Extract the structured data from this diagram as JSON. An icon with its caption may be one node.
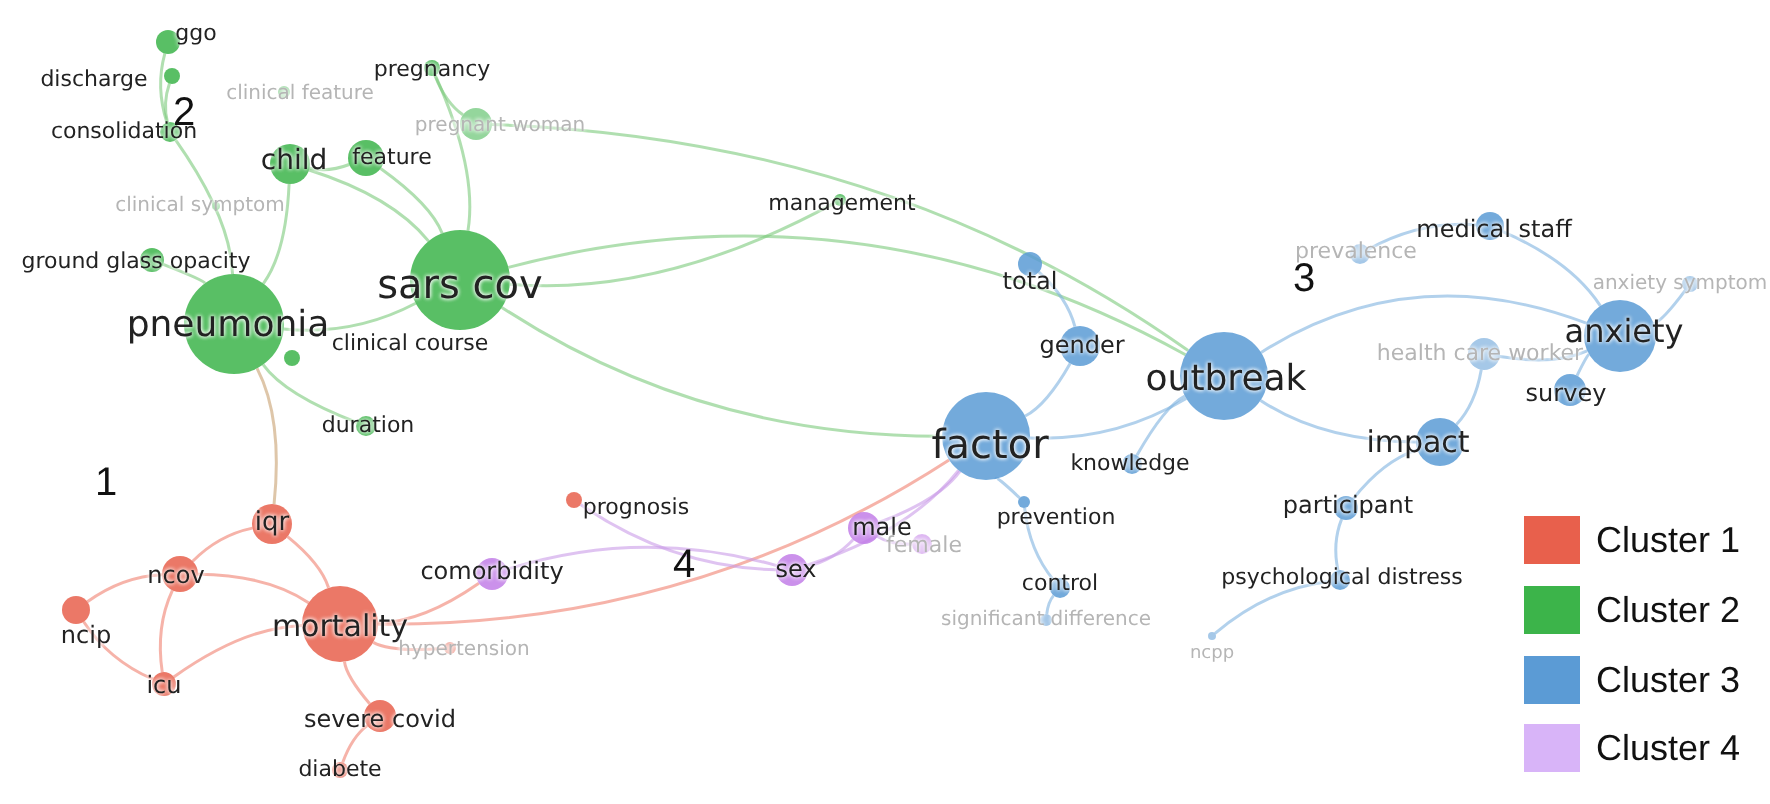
{
  "diagram": {
    "nodes": [
      {
        "text": [
          "ggo"
        ]
      },
      {
        "text": [
          "discharge"
        ]
      },
      {
        "text": [
          "clinical feature"
        ]
      },
      {
        "text": [
          "pregnancy"
        ]
      },
      {
        "text": [
          "consolidation"
        ]
      },
      {
        "text": [
          "pregnant woman"
        ]
      },
      {
        "text": [
          "child"
        ]
      },
      {
        "text": [
          "feature"
        ]
      },
      {
        "text": [
          "clinical symptom"
        ]
      },
      {
        "text": [
          "ground glass opacity"
        ]
      },
      {
        "text": [
          "sars cov"
        ]
      },
      {
        "text": [
          "pneumonia"
        ]
      },
      {
        "text": [
          "clinical course"
        ]
      },
      {
        "text": [
          "management"
        ]
      },
      {
        "text": [
          "duration"
        ]
      },
      {
        "text": [
          "iqr"
        ]
      },
      {
        "text": [
          "ncov"
        ]
      },
      {
        "text": [
          "ncip"
        ]
      },
      {
        "text": [
          "mortality"
        ]
      },
      {
        "text": [
          "icu"
        ]
      },
      {
        "text": [
          "hypertension"
        ]
      },
      {
        "text": [
          "severe covid"
        ]
      },
      {
        "text": [
          "diabete"
        ]
      },
      {
        "text": [
          "prognosis"
        ]
      },
      {
        "text": [
          "comorbidity"
        ]
      },
      {
        "text": [
          "male"
        ]
      },
      {
        "text": [
          "female"
        ]
      },
      {
        "text": [
          "sex"
        ]
      },
      {
        "text": [
          "total"
        ]
      },
      {
        "text": [
          "gender"
        ]
      },
      {
        "text": [
          "factor"
        ]
      },
      {
        "text": [
          "prevention"
        ]
      },
      {
        "text": [
          "knowledge"
        ]
      },
      {
        "text": [
          "control"
        ]
      },
      {
        "text": [
          "significant difference"
        ]
      },
      {
        "text": [
          "outbreak"
        ]
      },
      {
        "text": [
          "prevalence"
        ]
      },
      {
        "text": [
          "medical staff"
        ]
      },
      {
        "text": [
          "health care worker"
        ]
      },
      {
        "text": [
          "anxiety"
        ]
      },
      {
        "text": [
          "anxiety symptom"
        ]
      },
      {
        "text": [
          "survey"
        ]
      },
      {
        "text": [
          "impact"
        ]
      },
      {
        "text": [
          "participant"
        ]
      },
      {
        "text": [
          "psychological distress"
        ]
      },
      {
        "text": [
          "ncpp"
        ]
      }
    ],
    "edges": [
      {
        "from": 11,
        "to": 10,
        "arrow": "none",
        "color": "#7cc97c"
      },
      {
        "from": 11,
        "to": 6,
        "arrow": "none",
        "color": "#7cc97c"
      },
      {
        "from": 11,
        "to": 9,
        "arrow": "none",
        "color": "#7cc97c"
      },
      {
        "from": 11,
        "to": 4,
        "arrow": "none",
        "color": "#7cc97c"
      },
      {
        "from": 10,
        "to": 6,
        "arrow": "none",
        "color": "#7cc97c"
      },
      {
        "from": 10,
        "to": 7,
        "arrow": "none",
        "color": "#7cc97c"
      },
      {
        "from": 10,
        "to": 3,
        "arrow": "none",
        "color": "#7cc97c"
      },
      {
        "from": 6,
        "to": 7,
        "arrow": "none",
        "color": "#7cc97c"
      },
      {
        "from": 0,
        "to": 4,
        "arrow": "none",
        "color": "#7cc97c"
      },
      {
        "from": 1,
        "to": 4,
        "arrow": "none",
        "color": "#7cc97c"
      },
      {
        "from": 3,
        "to": 5,
        "arrow": "none",
        "color": "#7cc97c"
      },
      {
        "from": 10,
        "to": 13,
        "arrow": "none",
        "color": "#7cc97c"
      },
      {
        "from": 11,
        "to": 14,
        "arrow": "none",
        "color": "#7cc97c"
      },
      {
        "from": 10,
        "to": 30,
        "arrow": "none",
        "color": "#7cc97c"
      },
      {
        "from": 10,
        "to": 35,
        "arrow": "none",
        "color": "#7cc97c"
      },
      {
        "from": 5,
        "to": 35,
        "arrow": "none",
        "color": "#7cc97c"
      },
      {
        "from": 18,
        "to": 15,
        "arrow": "none",
        "color": "#f08070"
      },
      {
        "from": 18,
        "to": 16,
        "arrow": "none",
        "color": "#f08070"
      },
      {
        "from": 18,
        "to": 19,
        "arrow": "none",
        "color": "#f08070"
      },
      {
        "from": 18,
        "to": 21,
        "arrow": "none",
        "color": "#f08070"
      },
      {
        "from": 21,
        "to": 22,
        "arrow": "none",
        "color": "#f08070"
      },
      {
        "from": 16,
        "to": 17,
        "arrow": "none",
        "color": "#f08070"
      },
      {
        "from": 16,
        "to": 19,
        "arrow": "none",
        "color": "#f08070"
      },
      {
        "from": 15,
        "to": 16,
        "arrow": "none",
        "color": "#f08070"
      },
      {
        "from": 18,
        "to": 24,
        "arrow": "none",
        "color": "#f08070"
      },
      {
        "from": 18,
        "to": 20,
        "arrow": "none",
        "color": "#f08070"
      },
      {
        "from": 18,
        "to": 30,
        "arrow": "none",
        "color": "#f08070"
      },
      {
        "from": 15,
        "to": 11,
        "arrow": "none",
        "color": "#c8a070"
      },
      {
        "from": 17,
        "to": 19,
        "arrow": "none",
        "color": "#f08070"
      },
      {
        "from": 27,
        "to": 25,
        "arrow": "none",
        "color": "#c99be8"
      },
      {
        "from": 25,
        "to": 26,
        "arrow": "none",
        "color": "#c99be8"
      },
      {
        "from": 27,
        "to": 24,
        "arrow": "none",
        "color": "#c99be8"
      },
      {
        "from": 27,
        "to": 30,
        "arrow": "none",
        "color": "#c99be8"
      },
      {
        "from": 25,
        "to": 30,
        "arrow": "none",
        "color": "#c99be8"
      },
      {
        "from": 23,
        "to": 27,
        "arrow": "none",
        "color": "#c99be8"
      },
      {
        "from": 30,
        "to": 35,
        "arrow": "none",
        "color": "#7fb3e0"
      },
      {
        "from": 30,
        "to": 29,
        "arrow": "none",
        "color": "#7fb3e0"
      },
      {
        "from": 29,
        "to": 28,
        "arrow": "none",
        "color": "#7fb3e0"
      },
      {
        "from": 35,
        "to": 42,
        "arrow": "none",
        "color": "#7fb3e0"
      },
      {
        "from": 35,
        "to": 39,
        "arrow": "none",
        "color": "#7fb3e0"
      },
      {
        "from": 39,
        "to": 41,
        "arrow": "none",
        "color": "#7fb3e0"
      },
      {
        "from": 39,
        "to": 40,
        "arrow": "none",
        "color": "#7fb3e0"
      },
      {
        "from": 39,
        "to": 37,
        "arrow": "none",
        "color": "#7fb3e0"
      },
      {
        "from": 37,
        "to": 36,
        "arrow": "none",
        "color": "#7fb3e0"
      },
      {
        "from": 42,
        "to": 43,
        "arrow": "none",
        "color": "#7fb3e0"
      },
      {
        "from": 43,
        "to": 44,
        "arrow": "none",
        "color": "#7fb3e0"
      },
      {
        "from": 30,
        "to": 31,
        "arrow": "none",
        "color": "#7fb3e0"
      },
      {
        "from": 31,
        "to": 33,
        "arrow": "none",
        "color": "#7fb3e0"
      },
      {
        "from": 33,
        "to": 34,
        "arrow": "none",
        "color": "#7fb3e0"
      },
      {
        "from": 35,
        "to": 32,
        "arrow": "none",
        "color": "#7fb3e0"
      },
      {
        "from": 42,
        "to": 38,
        "arrow": "none",
        "color": "#7fb3e0"
      },
      {
        "from": 38,
        "to": 39,
        "arrow": "none",
        "color": "#7fb3e0"
      },
      {
        "from": 44,
        "to": 45,
        "arrow": "none",
        "color": "#7fb3e0"
      }
    ],
    "labels": [
      "2",
      "1",
      "3",
      "4"
    ],
    "legend": [
      {
        "text": "Cluster 1",
        "color": "#e8604c"
      },
      {
        "text": "Cluster 2",
        "color": "#3cb44a"
      },
      {
        "text": "Cluster 3",
        "color": "#5b9bd5"
      },
      {
        "text": "Cluster 4",
        "color": "#d8b4f8"
      }
    ]
  }
}
